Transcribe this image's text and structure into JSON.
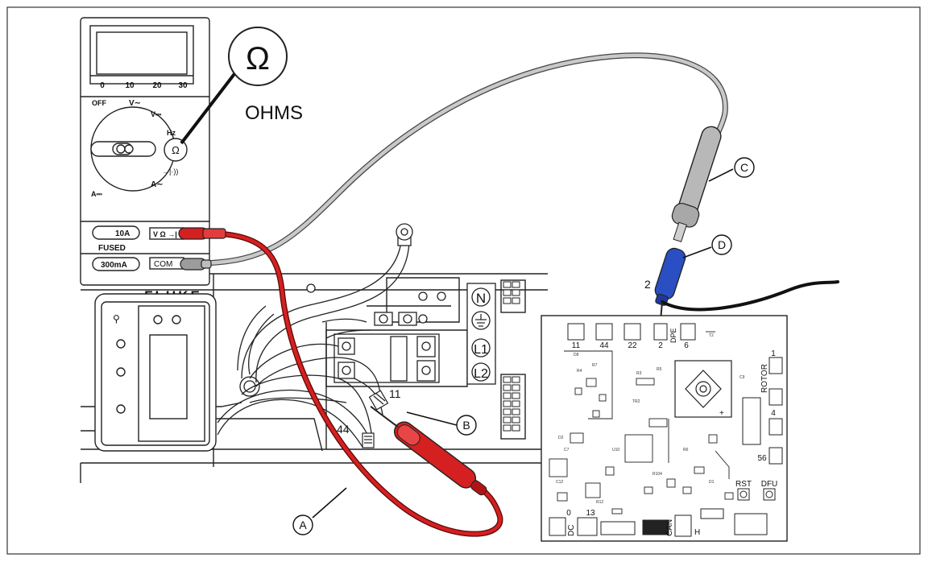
{
  "meter": {
    "brand": "FLUKE",
    "scale": [
      "0",
      "10",
      "20",
      "30"
    ],
    "dial": {
      "off": "OFF",
      "v_ac": "V∼",
      "v_dc": "V⎓",
      "hz": "Hz",
      "a_ac": "A∼",
      "a_dc": "A⎓",
      "ohm_symbol": "Ω"
    },
    "jacks": {
      "ten_amp": "10A",
      "fused": "FUSED",
      "ma": "300mA",
      "v_ohm": "V Ω →|",
      "com": "COM"
    }
  },
  "callout": {
    "symbol": "Ω",
    "text": "OHMS"
  },
  "terminals": {
    "n": "N",
    "l1": "L1",
    "l2": "L2"
  },
  "wire_labels": {
    "wire_11": "11",
    "wire_44": "44"
  },
  "markers": {
    "a": "A",
    "b": "B",
    "c": "C",
    "d": "D"
  },
  "pin_label": "2",
  "board": {
    "terminals": {
      "t11": "11",
      "t44": "44",
      "t22": "22",
      "t2": "2",
      "dpe": "DPE",
      "t6": "6",
      "rotor": "ROTOR",
      "t1": "1",
      "t4": "4",
      "t56": "56",
      "rst": "RST",
      "dfu": "DFU",
      "t0": "0",
      "t13": "13",
      "dc": "DC",
      "can": "CAN",
      "h": "H"
    }
  },
  "colors": {
    "red_lead": "#d42020",
    "red_dark": "#8a0c0c",
    "gray_lead": "#9a9a9a",
    "blue_connector": "#2a4fc2",
    "outline": "#222222"
  }
}
